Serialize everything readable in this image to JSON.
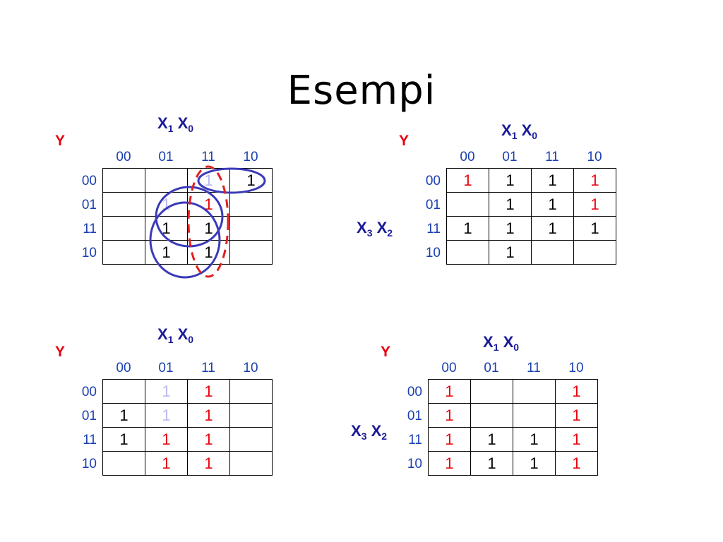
{
  "title": "Esempi",
  "labels": {
    "y": "Y",
    "col_var_1": "X",
    "col_sub_1": "1",
    "col_var_2": "X",
    "col_sub_2": "0",
    "row_var_1": "X",
    "row_sub_1": "3",
    "row_var_2": "X",
    "row_sub_2": "2"
  },
  "colors": {
    "black": "#000000",
    "red": "#e8000e",
    "light": "#b8b8f0",
    "label_blue": "#1a1a99",
    "header_blue": "#1a3fb0",
    "circle_blue": "#3a3ab8",
    "dash_red": "#e02020"
  },
  "col_headers": [
    "00",
    "01",
    "11",
    "10"
  ],
  "row_headers": [
    "00",
    "01",
    "11",
    "10"
  ],
  "maps": [
    {
      "id": "map-1",
      "cells": [
        [
          {
            "v": "",
            "c": "black"
          },
          {
            "v": "",
            "c": "black"
          },
          {
            "v": "1",
            "c": "light"
          },
          {
            "v": "1",
            "c": "black"
          }
        ],
        [
          {
            "v": "",
            "c": "black"
          },
          {
            "v": "1",
            "c": "light"
          },
          {
            "v": "1",
            "c": "red"
          },
          {
            "v": "",
            "c": "black"
          }
        ],
        [
          {
            "v": "",
            "c": "black"
          },
          {
            "v": "1",
            "c": "black"
          },
          {
            "v": "1",
            "c": "black"
          },
          {
            "v": "",
            "c": "black"
          }
        ],
        [
          {
            "v": "",
            "c": "black"
          },
          {
            "v": "1",
            "c": "black"
          },
          {
            "v": "1",
            "c": "black"
          },
          {
            "v": "",
            "c": "black"
          }
        ]
      ],
      "show_row_var": false
    },
    {
      "id": "map-2",
      "cells": [
        [
          {
            "v": "1",
            "c": "red"
          },
          {
            "v": "1",
            "c": "black"
          },
          {
            "v": "1",
            "c": "black"
          },
          {
            "v": "1",
            "c": "red"
          }
        ],
        [
          {
            "v": "",
            "c": "black"
          },
          {
            "v": "1",
            "c": "black"
          },
          {
            "v": "1",
            "c": "black"
          },
          {
            "v": "1",
            "c": "red"
          }
        ],
        [
          {
            "v": "1",
            "c": "black"
          },
          {
            "v": "1",
            "c": "black"
          },
          {
            "v": "1",
            "c": "black"
          },
          {
            "v": "1",
            "c": "black"
          }
        ],
        [
          {
            "v": "",
            "c": "black"
          },
          {
            "v": "1",
            "c": "black"
          },
          {
            "v": "",
            "c": "black"
          },
          {
            "v": "",
            "c": "black"
          }
        ]
      ],
      "show_row_var": true
    },
    {
      "id": "map-3",
      "cells": [
        [
          {
            "v": "",
            "c": "black"
          },
          {
            "v": "1",
            "c": "light"
          },
          {
            "v": "1",
            "c": "red"
          },
          {
            "v": "",
            "c": "black"
          }
        ],
        [
          {
            "v": "1",
            "c": "black"
          },
          {
            "v": "1",
            "c": "light"
          },
          {
            "v": "1",
            "c": "red"
          },
          {
            "v": "",
            "c": "black"
          }
        ],
        [
          {
            "v": "1",
            "c": "black"
          },
          {
            "v": "1",
            "c": "red"
          },
          {
            "v": "1",
            "c": "red"
          },
          {
            "v": "",
            "c": "black"
          }
        ],
        [
          {
            "v": "",
            "c": "black"
          },
          {
            "v": "1",
            "c": "red"
          },
          {
            "v": "1",
            "c": "red"
          },
          {
            "v": "",
            "c": "black"
          }
        ]
      ],
      "show_row_var": false
    },
    {
      "id": "map-4",
      "cells": [
        [
          {
            "v": "1",
            "c": "red"
          },
          {
            "v": "",
            "c": "black"
          },
          {
            "v": "",
            "c": "black"
          },
          {
            "v": "1",
            "c": "red"
          }
        ],
        [
          {
            "v": "1",
            "c": "red"
          },
          {
            "v": "",
            "c": "black"
          },
          {
            "v": "",
            "c": "black"
          },
          {
            "v": "1",
            "c": "red"
          }
        ],
        [
          {
            "v": "1",
            "c": "red"
          },
          {
            "v": "1",
            "c": "black"
          },
          {
            "v": "1",
            "c": "black"
          },
          {
            "v": "1",
            "c": "red"
          }
        ],
        [
          {
            "v": "1",
            "c": "red"
          },
          {
            "v": "1",
            "c": "black"
          },
          {
            "v": "1",
            "c": "black"
          },
          {
            "v": "1",
            "c": "red"
          }
        ]
      ],
      "show_row_var": true
    }
  ]
}
